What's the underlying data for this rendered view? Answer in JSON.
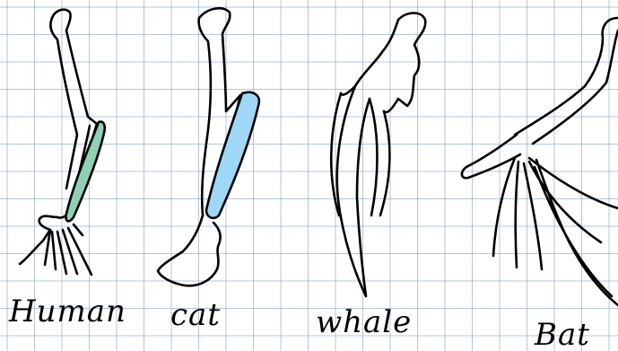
{
  "labels": {
    "human": "Human",
    "cat": "cat",
    "whale": "whale",
    "bat": "Bat"
  },
  "colors": {
    "grid": "#8ea6d2",
    "human_highlight": "#8fd1b4",
    "cat_highlight": "#9fd8f7"
  }
}
